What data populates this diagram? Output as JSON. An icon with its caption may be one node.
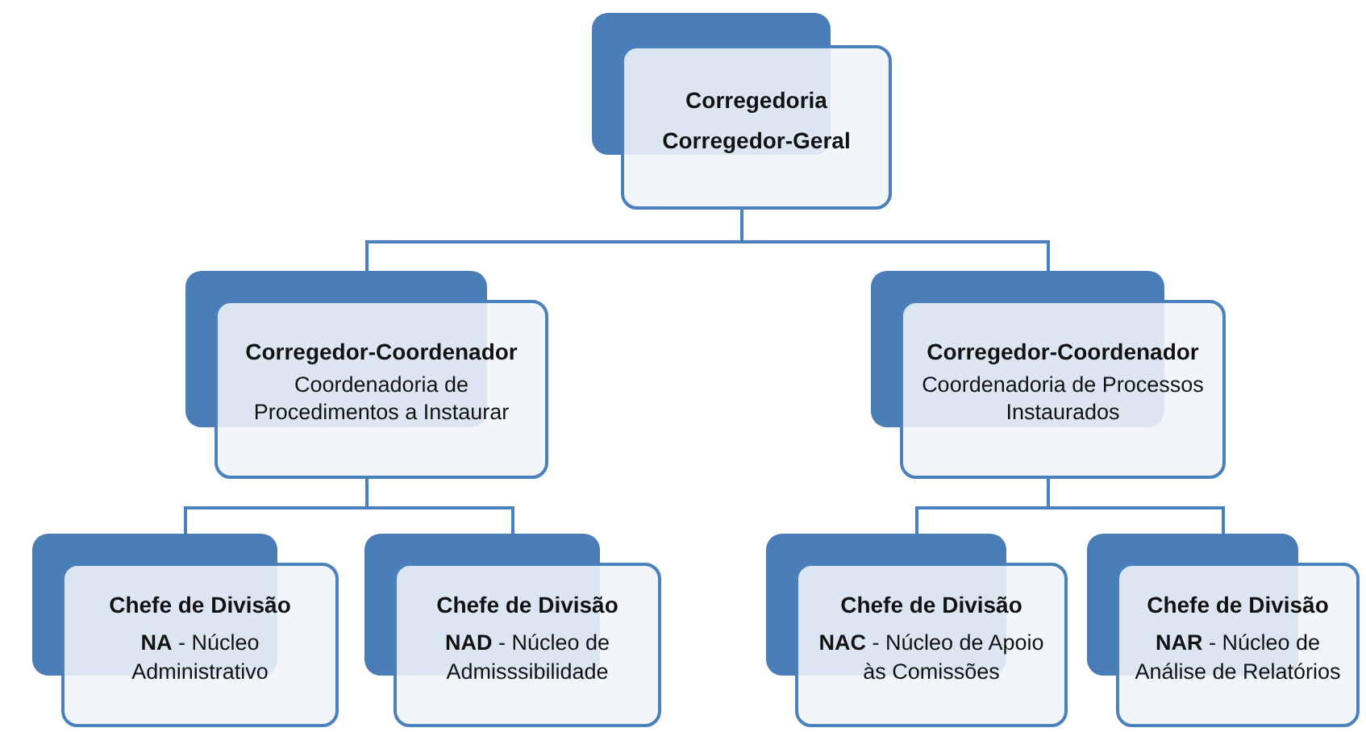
{
  "diagram": {
    "nodes": [
      {
        "text": [
          "Corregedoria",
          "Corregedor-Geral"
        ]
      },
      {
        "text": [
          "Corregedor-Coordenador",
          "Coordenadoria de Procedimentos a Instaurar"
        ]
      },
      {
        "text": [
          "Corregedor-Coordenador",
          "Coordenadoria de Processos Instaurados"
        ]
      },
      {
        "text": [
          "Chefe de Divisão",
          "**NA** - Núcleo Administrativo"
        ]
      },
      {
        "text": [
          "Chefe de Divisão",
          "**NAD** - Núcleo de Admisssibilidade"
        ]
      },
      {
        "text": [
          "Chefe de Divisão",
          "**NAC** - Núcleo de Apoio às Comissões"
        ]
      },
      {
        "text": [
          "Chefe de Divisão",
          "**NAR** - Núcleo de Análise de Relatórios"
        ]
      }
    ],
    "edges": [
      {
        "from": 0,
        "to": 1,
        "arrow": "none"
      },
      {
        "from": 0,
        "to": 2,
        "arrow": "none"
      },
      {
        "from": 1,
        "to": 3,
        "arrow": "none"
      },
      {
        "from": 1,
        "to": 4,
        "arrow": "none"
      },
      {
        "from": 2,
        "to": 5,
        "arrow": "none"
      },
      {
        "from": 2,
        "to": 6,
        "arrow": "none"
      }
    ]
  }
}
